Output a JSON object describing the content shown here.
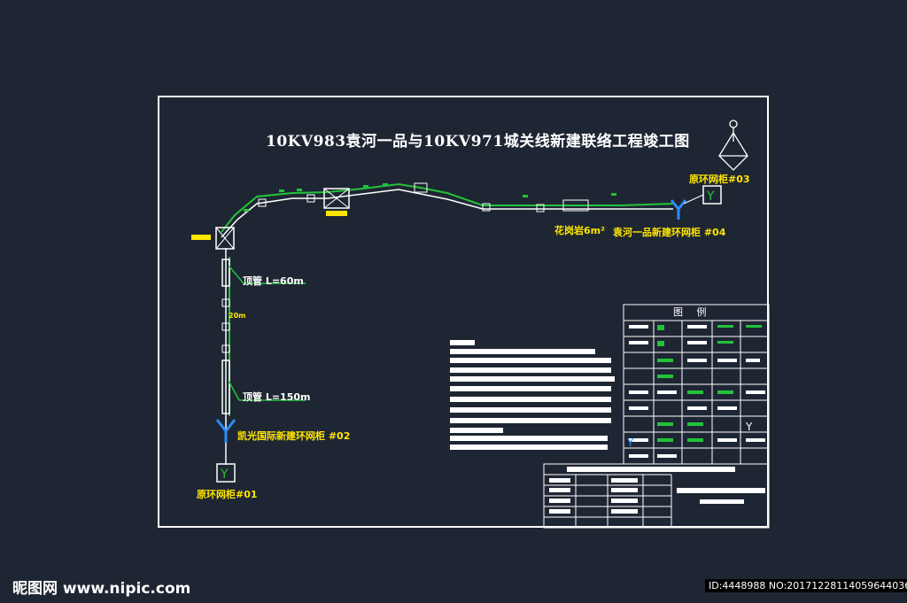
{
  "title": "10KV983袁河一品与10KV971城关线新建联络工程竣工图",
  "labels": {
    "ring_cabinet_03": "原环网柜#03",
    "flower_bed": "花岗岩6m²",
    "new_ring_cabinet_04": "袁河一品新建环网柜 #04",
    "pipe_60": "顶管 L=60m",
    "pipe_150": "顶管 L=150m",
    "new_ring_cabinet_02": "凯光国际新建环网柜 #02",
    "ring_cabinet_01": "原环网柜#01",
    "mark_small": "20m"
  },
  "legend": {
    "title": "图 例"
  },
  "colors": {
    "background": "#1f2633",
    "cable": "#22c33a",
    "label": "#ffe600",
    "ring_cabinet": "#2a8cff"
  },
  "footer": {
    "site": "昵图网 www.nipic.com",
    "id": "ID:4448988 NO:20171228114059644036"
  }
}
